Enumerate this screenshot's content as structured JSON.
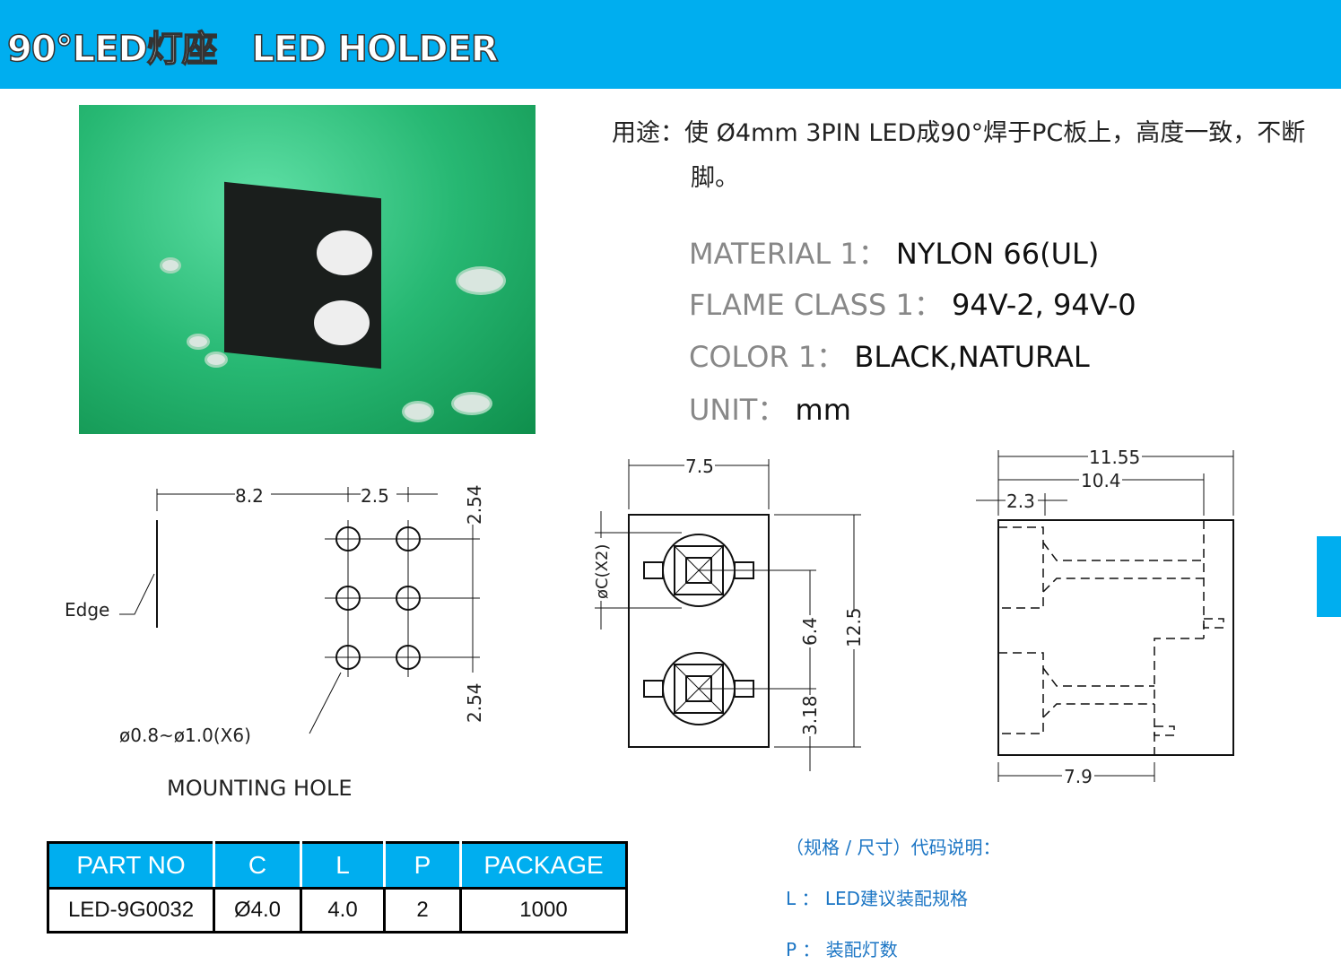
{
  "header": {
    "title": "90°LED灯座   LED HOLDER"
  },
  "usage": {
    "text": "用途：使 Ø4mm 3PIN LED成90°焊于PC板上，高度一致，不断",
    "cont": "脚。"
  },
  "specs": [
    {
      "label": "MATERIAL 1：",
      "value": "NYLON 66(UL)"
    },
    {
      "label": "FLAME CLASS 1：",
      "value": "94V-2, 94V-0"
    },
    {
      "label": "COLOR 1：",
      "value": "BLACK,NATURAL"
    },
    {
      "label": "UNIT：",
      "value": "mm"
    }
  ],
  "mounting": {
    "dim_a": "8.2",
    "dim_b": "2.5",
    "pitch_top": "2.54",
    "pitch_bottom": "2.54",
    "edge": "Edge",
    "hole": "ø0.8~ø1.0(X6)",
    "title": "MOUNTING  HOLE"
  },
  "front": {
    "width": "7.5",
    "diameter": "øC(X2)",
    "spacing": "6.4",
    "offset": "3.18",
    "height": "12.5"
  },
  "side": {
    "total": "11.55",
    "body": "10.4",
    "inset": "2.3",
    "base": "7.9"
  },
  "table": {
    "headers": [
      "PART NO",
      "C",
      "L",
      "P",
      "PACKAGE"
    ],
    "rows": [
      [
        "LED-9G0032",
        "Ø4.0",
        "4.0",
        "2",
        "1000"
      ]
    ]
  },
  "notes": {
    "title": "（规格 / 尺寸）代码说明：",
    "l": "L ： LED建议装配规格",
    "p": "P ： 装配灯数"
  }
}
